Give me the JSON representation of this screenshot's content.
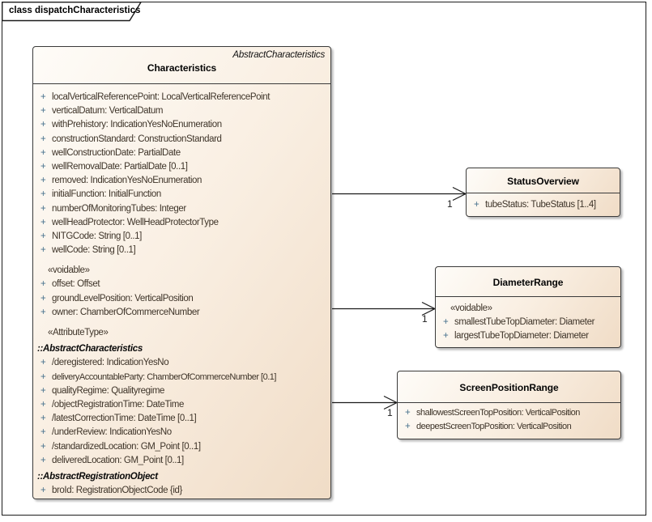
{
  "diagram": {
    "frame_title": "class dispatchCharacteristics"
  },
  "glyphs": {
    "plus": "+"
  },
  "colors": {
    "box_fill_light": "#FEFCF8",
    "box_fill_dark": "#F0DCC6",
    "box_border": "#3A3A3A",
    "attribute_text": "#3E3429",
    "visibility_plus": "#46708C",
    "frame_border": "#1C1C1C"
  },
  "classes": {
    "characteristics": {
      "stereotype": "AbstractCharacteristics",
      "name": "Characteristics",
      "rows": [
        {
          "type": "attr",
          "text": "localVerticalReferencePoint: LocalVerticalReferencePoint"
        },
        {
          "type": "attr",
          "text": "verticalDatum: VerticalDatum"
        },
        {
          "type": "attr",
          "text": "withPrehistory: IndicationYesNoEnumeration"
        },
        {
          "type": "attr",
          "text": "constructionStandard: ConstructionStandard"
        },
        {
          "type": "attr",
          "text": "wellConstructionDate: PartialDate"
        },
        {
          "type": "attr",
          "text": "wellRemovalDate: PartialDate [0..1]"
        },
        {
          "type": "attr",
          "text": "removed: IndicationYesNoEnumeration"
        },
        {
          "type": "attr",
          "text": "initialFunction: InitialFunction"
        },
        {
          "type": "attr",
          "text": "numberOfMonitoringTubes: Integer"
        },
        {
          "type": "attr",
          "text": "wellHeadProtector: WellHeadProtectorType"
        },
        {
          "type": "attr",
          "text": "NITGCode: String [0..1]"
        },
        {
          "type": "attr",
          "text": "wellCode: String [0..1]"
        },
        {
          "type": "stereo",
          "text": "«voidable»"
        },
        {
          "type": "attr",
          "text": "offset: Offset"
        },
        {
          "type": "attr",
          "text": "groundLevelPosition: VerticalPosition"
        },
        {
          "type": "attr",
          "text": "owner: ChamberOfCommerceNumber"
        },
        {
          "type": "stereo",
          "text": "«AttributeType»"
        },
        {
          "type": "owner",
          "text": "::AbstractCharacteristics"
        },
        {
          "type": "attr",
          "text": "/deregistered: IndicationYesNo"
        },
        {
          "type": "attr",
          "text": "deliveryAccountableParty: ChamberOfCommerceNumber [0.1]"
        },
        {
          "type": "attr",
          "text": "qualityRegime: Qualityregime"
        },
        {
          "type": "attr",
          "text": "/objectRegistrationTime: DateTime"
        },
        {
          "type": "attr",
          "text": "/latestCorrectionTime: DateTime [0..1]"
        },
        {
          "type": "attr",
          "text": "/underReview: IndicationYesNo"
        },
        {
          "type": "attr",
          "text": "/standardizedLocation: GM_Point [0..1]"
        },
        {
          "type": "attr",
          "text": "deliveredLocation: GM_Point [0..1]"
        },
        {
          "type": "owner",
          "text": "::AbstractRegistrationObject"
        },
        {
          "type": "attr",
          "text": "broId: RegistrationObjectCode {id}"
        }
      ]
    },
    "status_overview": {
      "name": "StatusOverview",
      "rows": [
        {
          "type": "attr",
          "text": "tubeStatus: TubeStatus [1..4]"
        }
      ]
    },
    "diameter_range": {
      "name": "DiameterRange",
      "rows": [
        {
          "type": "stereo",
          "text": "«voidable»"
        },
        {
          "type": "attr",
          "text": "smallestTubeTopDiameter: Diameter"
        },
        {
          "type": "attr",
          "text": "largestTubeTopDiameter: Diameter"
        }
      ]
    },
    "screen_position_range": {
      "name": "ScreenPositionRange",
      "rows": [
        {
          "type": "attr",
          "text": "shallowestScreenTopPosition: VerticalPosition"
        },
        {
          "type": "attr",
          "text": "deepestScreenTopPosition: VerticalPosition"
        }
      ]
    }
  },
  "connectors": [
    {
      "source": "Characteristics",
      "target": "StatusOverview",
      "multiplicity": "1"
    },
    {
      "source": "Characteristics",
      "target": "DiameterRange",
      "multiplicity": "1"
    },
    {
      "source": "Characteristics",
      "target": "ScreenPositionRange",
      "multiplicity": "1"
    }
  ]
}
